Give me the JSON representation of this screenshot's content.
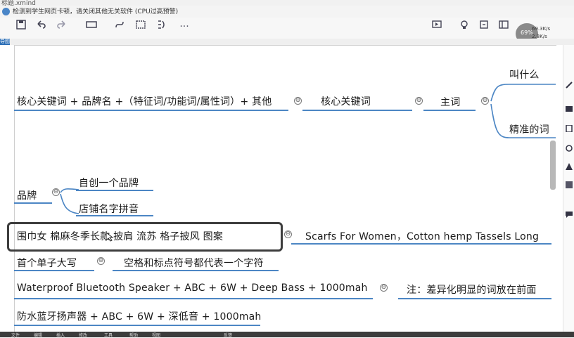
{
  "window": {
    "title": "标题.xmind",
    "notice": "检测到学生网页卡顿，请关闭其他无关软件 (CPU过高预警)",
    "close_glyph": "✕"
  },
  "toolbar": {
    "tools": [
      "save-icon",
      "undo-icon",
      "redo-icon",
      "insert-topic-icon",
      "relationship-icon",
      "boundary-icon",
      "summary-icon",
      "more-icon",
      "present-icon",
      "idea-icon",
      "share-icon",
      "layout-icon"
    ],
    "more_glyph": "···"
  },
  "cpu_monitor": {
    "label": "69%",
    "up": "69.3K/s",
    "down": "2.8K/s"
  },
  "tab": {
    "label": "导图"
  },
  "mindmap": {
    "formula": "核心关键词 + 品牌名 +（特征词/功能词/属性词）+ 其他",
    "core_keyword": "核心关键词",
    "main_word": "主词",
    "branch_what": "叫什么",
    "branch_precise": "精准的词",
    "brand": "品牌",
    "brand_option_1": "自创一个品牌",
    "brand_option_2": "店铺名字拼音",
    "cn_title": "围巾女  棉麻冬季长款  披肩  流苏    格子披风  图案",
    "en_title": "Scarfs For Women，Cotton hemp Tassels  Long",
    "capitalize": "首个单子大写",
    "space_rule": "空格和标点符号都代表一个字符",
    "en_example": "Waterproof  Bluetooth    Speaker + ABC + 6W + Deep  Bass + 1000mah",
    "note": "注：差异化明显的词放在前面",
    "cn_example": "防水蓝牙扬声器 + ABC + 6W + 深低音 + 1000mah",
    "collapse_glyph": "⊖"
  },
  "bottom_bar": [
    "文件",
    "编辑",
    "插入",
    "修改",
    "工具",
    "帮助",
    "视图",
    "反馈"
  ]
}
